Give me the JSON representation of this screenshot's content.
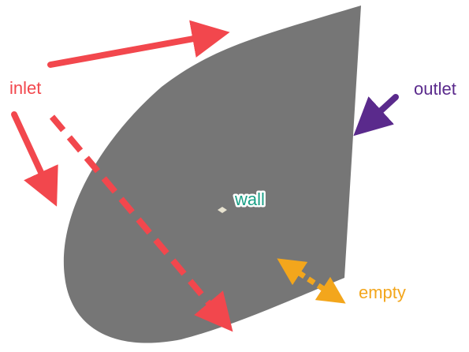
{
  "labels": {
    "inlet": "inlet",
    "outlet": "outlet",
    "wall": "wall",
    "empty": "empty"
  },
  "colors": {
    "shape_fill": "#767676",
    "inlet": "#f2474d",
    "outlet": "#5a2a8c",
    "wall": "#1a9f86",
    "empty": "#f3a61c",
    "wall_marker": "#e8e3d0"
  }
}
